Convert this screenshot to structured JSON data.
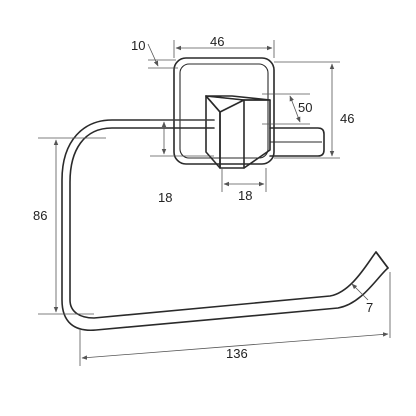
{
  "drawing": {
    "dimensions": [
      {
        "id": "plate-thickness",
        "label": "10"
      },
      {
        "id": "plate-width",
        "label": "46"
      },
      {
        "id": "projection",
        "label": "50"
      },
      {
        "id": "plate-height",
        "label": "46"
      },
      {
        "id": "arm-height",
        "label": "18"
      },
      {
        "id": "block-width",
        "label": "18"
      },
      {
        "id": "overall-height",
        "label": "86"
      },
      {
        "id": "overall-width",
        "label": "136"
      },
      {
        "id": "end-diameter",
        "label": "7"
      }
    ]
  }
}
